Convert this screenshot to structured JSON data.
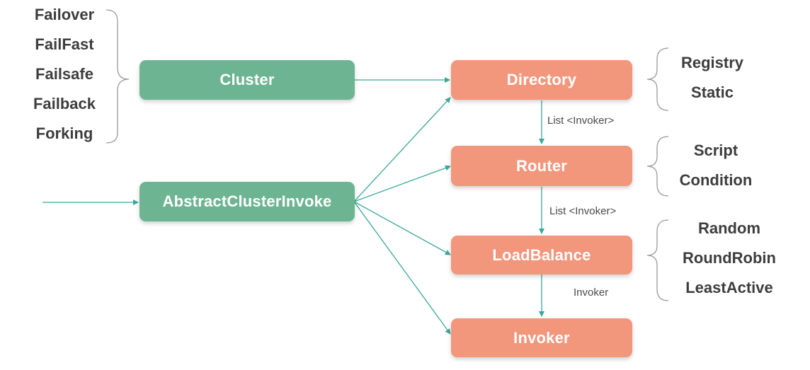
{
  "nodes": {
    "cluster": "Cluster",
    "abstract_cluster_invoker": "AbstractClusterInvoke",
    "directory": "Directory",
    "router": "Router",
    "load_balance": "LoadBalance",
    "invoker": "Invoker"
  },
  "cluster_strategies": [
    "Failover",
    "FailFast",
    "Failsafe",
    "Failback",
    "Forking"
  ],
  "directory_types": [
    "Registry",
    "Static"
  ],
  "router_types": [
    "Script",
    "Condition"
  ],
  "load_balance_types": [
    "Random",
    "RoundRobin",
    "LeastActive"
  ],
  "edge_labels": {
    "directory_to_router": "List <Invoker>",
    "router_to_load_balance": "List <Invoker>",
    "load_balance_to_invoker": "Invoker"
  },
  "colors": {
    "green_node": "#6db592",
    "salmon_node": "#f2967c",
    "arrow": "#3aa89a",
    "brace": "#9a9a9a",
    "text": "#3d3d3d"
  }
}
